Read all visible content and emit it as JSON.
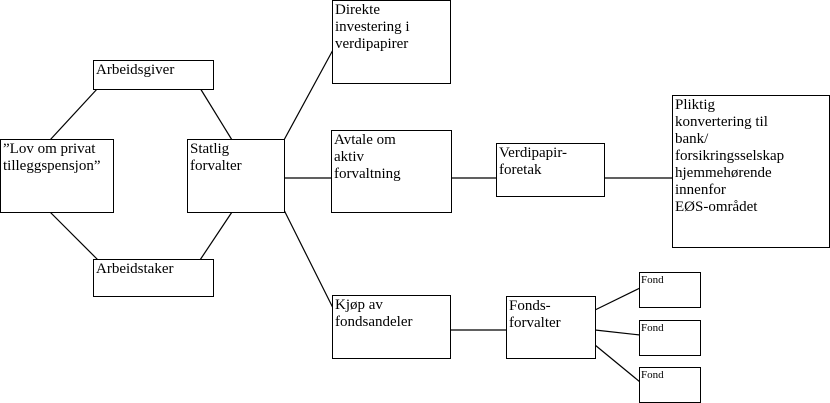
{
  "nodes": {
    "lov": "”Lov om privat\ntilleggspensjon”",
    "arbeidsgiver": "Arbeidsgiver",
    "arbeidstaker": "Arbeidstaker",
    "statlig_forvalter": "Statlig\nforvalter",
    "direkte_investering": "Direkte\ninvestering i\nverdipapirer",
    "avtale_om_aktiv_forvaltning": "Avtale om\naktiv\nforvaltning",
    "kjop_av_fondsandeler": "Kjøp av\nfondsandeler",
    "verdipapirforetak": "Verdipapir-\nforetak",
    "fondsforvalter": "Fonds-\nforvalter",
    "pliktig_konvertering": "Pliktig\nkonvertering til\nbank/\nforsikringsselskap\nhjemmehørende\ninnenfor\nEØS-området",
    "fond": [
      "Fond",
      "Fond",
      "Fond"
    ]
  }
}
